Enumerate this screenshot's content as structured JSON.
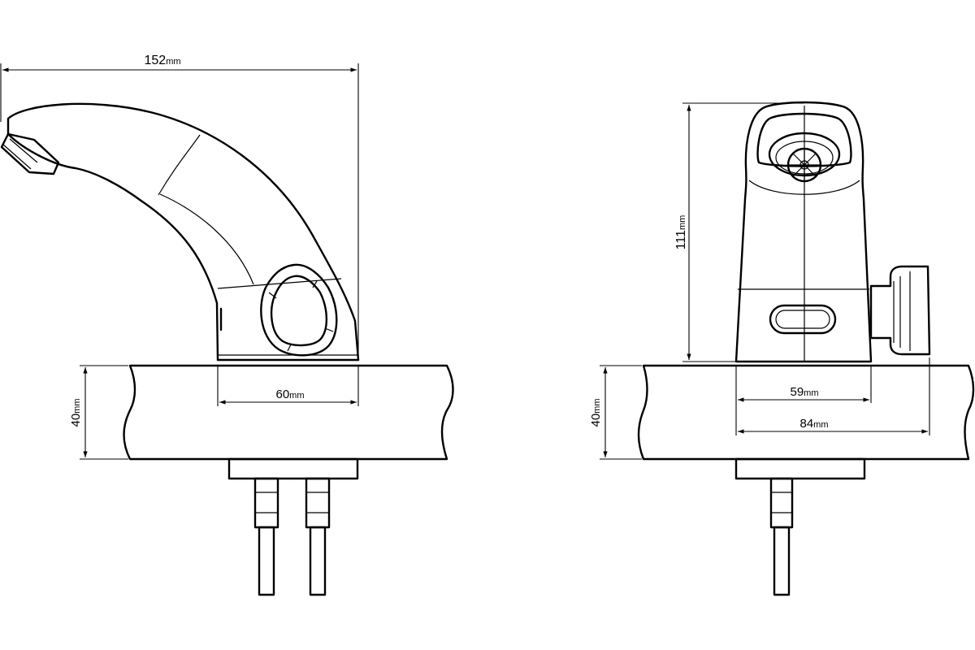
{
  "dimensions": {
    "spout_length": {
      "value": "152",
      "unit": "mm"
    },
    "deck_thickness_side": {
      "value": "40",
      "unit": "mm"
    },
    "base_width_side": {
      "value": "60",
      "unit": "mm"
    },
    "height_front": {
      "value": "111",
      "unit": "mm"
    },
    "deck_thickness_front": {
      "value": "40",
      "unit": "mm"
    },
    "base_width_front": {
      "value": "59",
      "unit": "mm"
    },
    "overall_width_front": {
      "value": "84",
      "unit": "mm"
    }
  }
}
